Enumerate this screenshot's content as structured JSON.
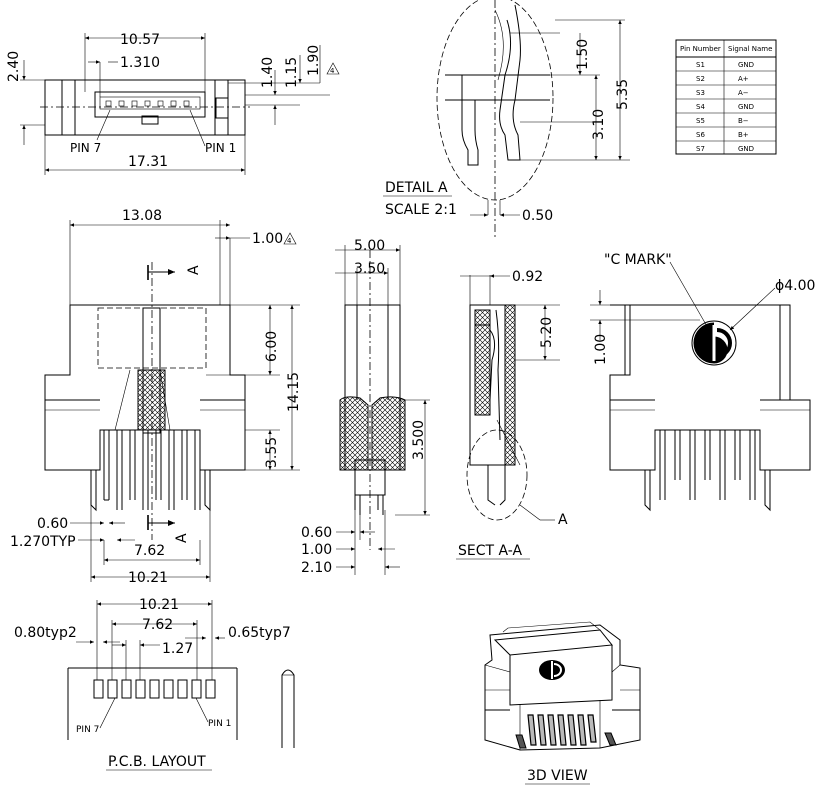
{
  "top_view": {
    "dim_width": "10.57",
    "dim_body": "17.31",
    "dim_pitch_offset": "1.310",
    "dim_left_height": "2.40",
    "dim_r1": "1.40",
    "dim_r2": "1.15",
    "dim_r3": "1.90",
    "note_mark": "4",
    "pin_left": "PIN 7",
    "pin_right": "PIN 1"
  },
  "detail_a": {
    "title": "DETAIL A",
    "scale": "SCALE 2:1",
    "dim_a": "1.50",
    "dim_b": "3.10",
    "dim_c": "5.35",
    "dim_d": "0.50"
  },
  "signal_table": {
    "headers": [
      "Pin Number",
      "Signal Name"
    ],
    "rows": [
      [
        "S1",
        "GND"
      ],
      [
        "S2",
        "A+"
      ],
      [
        "S3",
        "A−"
      ],
      [
        "S4",
        "GND"
      ],
      [
        "S5",
        "B−"
      ],
      [
        "S6",
        "B+"
      ],
      [
        "S7",
        "GND"
      ]
    ]
  },
  "front_view": {
    "dim_width": "13.08",
    "dim_top": "1.00",
    "note_mark": "4",
    "section_label_top": "A",
    "section_label_bottom": "A",
    "dim_upper": "6.00",
    "dim_total": "14.15",
    "dim_lower": "3.55",
    "dim_pin_w": "0.60",
    "dim_pitch": "1.270TYP",
    "dim_span1": "7.62",
    "dim_span2": "10.21"
  },
  "side_view": {
    "dim_outer": "5.00",
    "dim_inner": "3.50",
    "dim_height": "3.500",
    "dim_a": "0.60",
    "dim_b": "1.00",
    "dim_c": "2.10"
  },
  "section_view": {
    "dim_top": "0.92",
    "dim_height": "5.20",
    "detail_ref": "A",
    "title": "SECT A-A"
  },
  "c_mark_view": {
    "c_mark_label": "\"C MARK\"",
    "dim_dia": "ϕ4.00",
    "dim_height": "1.00"
  },
  "pcb_layout": {
    "dim_span2": "10.21",
    "dim_span1": "7.62",
    "dim_pitch": "1.27",
    "dim_pad_left": "0.80typ2",
    "dim_pad_right": "0.65typ7",
    "pin_left": "PIN 7",
    "pin_right": "PIN 1",
    "title": "P.C.B. LAYOUT"
  },
  "view_3d": {
    "title": "3D VIEW"
  }
}
